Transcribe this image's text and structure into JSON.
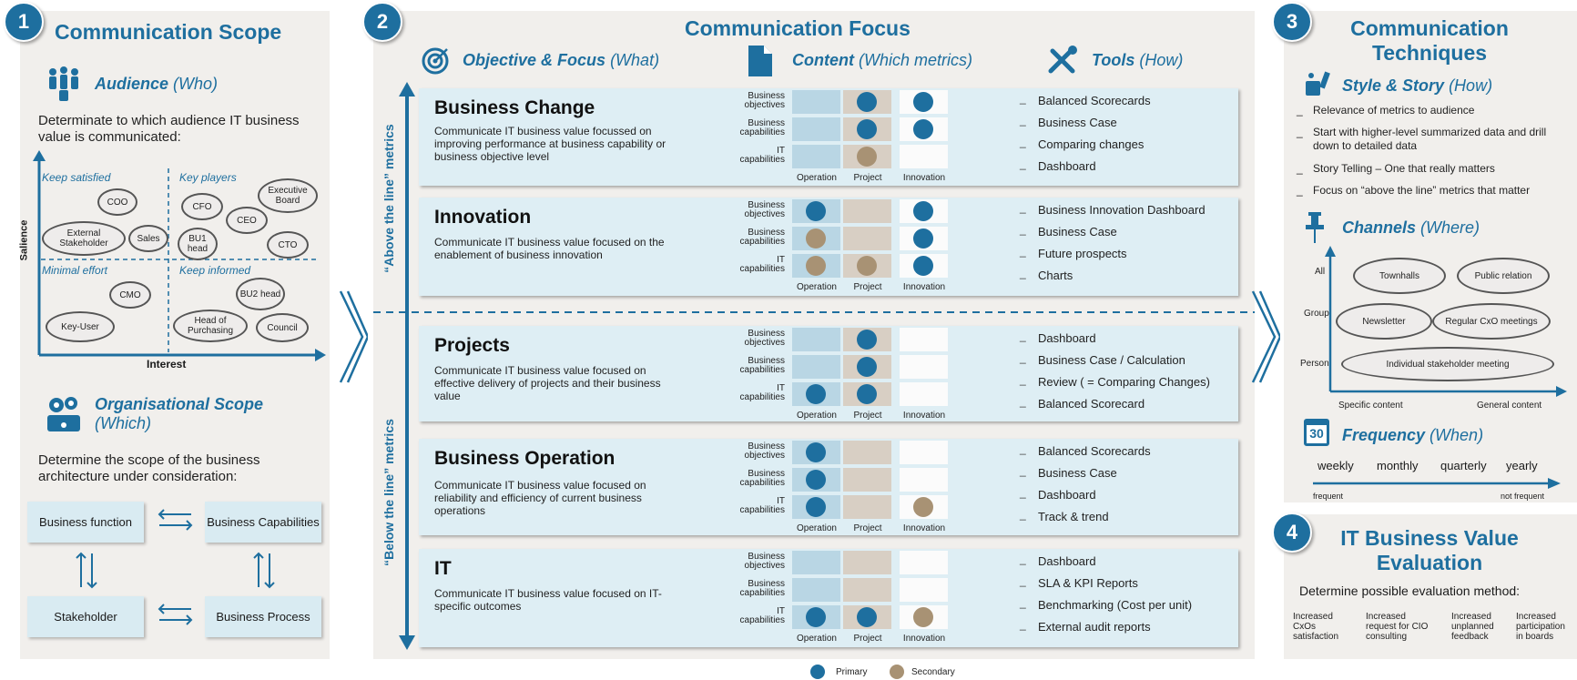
{
  "panel1": {
    "number": "1",
    "title": "Communication Scope",
    "audience": {
      "title": "Audience",
      "paren": "(Who)",
      "desc": "Determinate to which audience IT business value is communicated:"
    },
    "quadrants": {
      "q1": "Keep satisfied",
      "q2": "Key players",
      "q3": "Minimal effort",
      "q4": "Keep informed"
    },
    "axes": {
      "y": "Salience",
      "x": "Interest"
    },
    "stakeholders": {
      "coo": "COO",
      "external": "External Stakeholder",
      "sales": "Sales",
      "cfo": "CFO",
      "ceo": "CEO",
      "exec": "Executive Board",
      "bu1": "BU1 head",
      "cto": "CTO",
      "cmo": "CMO",
      "keyuser": "Key-User",
      "bu2": "BU2 head",
      "purchasing": "Head of Purchasing",
      "council": "Council"
    },
    "org": {
      "title": "Organisational Scope",
      "paren": "(Which)",
      "desc": "Determine the scope of the business architecture under consideration:"
    },
    "boxes": {
      "bf": "Business function",
      "bc": "Business Capabilities",
      "sh": "Stakeholder",
      "bp": "Business Process"
    }
  },
  "panel2": {
    "number": "2",
    "title": "Communication Focus",
    "col1": {
      "title": "Objective & Focus",
      "paren": "(What)"
    },
    "col2": {
      "title": "Content",
      "paren": "(Which metrics)"
    },
    "col3": {
      "title": "Tools",
      "paren": "(How)"
    },
    "above": "“Above the line” metrics",
    "below": "“Below the line” metrics",
    "row_labels": [
      "Business objectives",
      "Business capabilities",
      "IT capabilities"
    ],
    "col_labels": [
      "Operation",
      "Project",
      "Innovation"
    ],
    "rows": [
      {
        "title": "Business Change",
        "desc": "Communicate IT business value focussed on improving performance at business capability or business objective level",
        "tools": [
          "Balanced Scorecards",
          "Business Case",
          "Comparing changes",
          "Dashboard"
        ]
      },
      {
        "title": "Innovation",
        "desc": "Communicate IT business value focused on the enablement of business innovation",
        "tools": [
          "Business Innovation Dashboard",
          "Business Case",
          "Future prospects",
          "Charts"
        ]
      },
      {
        "title": "Projects",
        "desc": "Communicate IT business value focused on effective delivery of projects and their business value",
        "tools": [
          "Dashboard",
          "Business Case / Calculation",
          "Review ( = Comparing Changes)",
          "Balanced Scorecard"
        ]
      },
      {
        "title": "Business Operation",
        "desc": "Communicate IT business value focused on reliability and efficiency of current business operations",
        "tools": [
          "Balanced Scorecards",
          "Business Case",
          "Dashboard",
          "Track & trend"
        ]
      },
      {
        "title": "IT",
        "desc": "Communicate IT business value focused on IT-specific outcomes",
        "tools": [
          "Dashboard",
          "SLA & KPI Reports",
          "Benchmarking (Cost per unit)",
          "External audit reports"
        ]
      }
    ],
    "legend": {
      "primary": "Primary",
      "secondary": "Secondary"
    },
    "tool_dash": "_"
  },
  "panel3": {
    "number": "3",
    "title_line1": "Communication",
    "title_line2": "Techniques",
    "style": {
      "title": "Style & Story",
      "paren": "(How)"
    },
    "bullets": [
      "Relevance of metrics to audience",
      "Start with higher-level summarized data and drill down to detailed data",
      "Story Telling – One that really matters",
      "Focus on “above the line” metrics that matter"
    ],
    "channels": {
      "title": "Channels",
      "paren": "(Where)"
    },
    "channel_y": [
      "All",
      "Group",
      "Person"
    ],
    "channel_items": {
      "townhalls": "Townhalls",
      "pr": "Public relation",
      "newsletter": "Newsletter",
      "cxo": "Regular CxO meetings",
      "individual": "Individual stakeholder meeting"
    },
    "channel_x": {
      "left": "Specific content",
      "right": "General content"
    },
    "frequency": {
      "title": "Frequency",
      "paren": "(When)",
      "calendar": "30",
      "items": [
        "weekly",
        "monthly",
        "quarterly",
        "yearly"
      ],
      "left": "frequent",
      "right": "not frequent"
    }
  },
  "panel4": {
    "number": "4",
    "title_line1": "IT Business Value",
    "title_line2": "Evaluation",
    "desc": "Determine possible evaluation method:",
    "methods": [
      "Increased CxOs satisfaction",
      "Increased request for CIO consulting",
      "Increased unplanned feedback",
      "Increased participation in boards"
    ]
  },
  "colors": {
    "primary": "#1e6f9f",
    "secondary": "#a89274",
    "panel_bg": "#f1efec",
    "row_bg": "#deeef4"
  }
}
